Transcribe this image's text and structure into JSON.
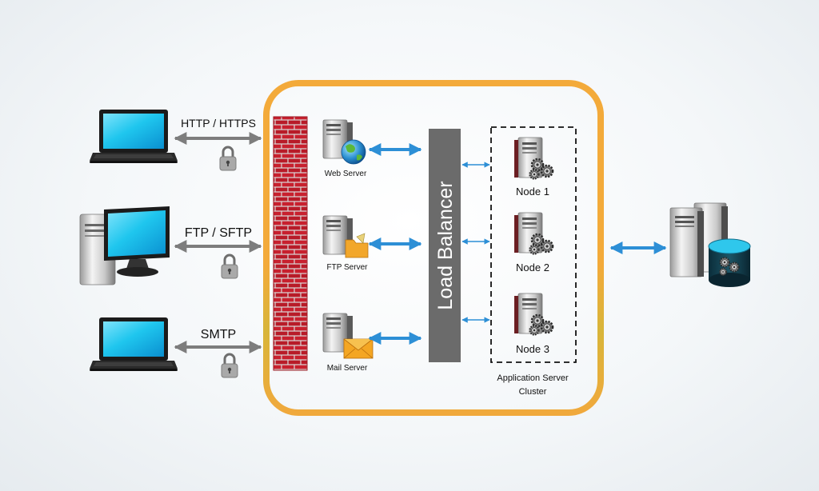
{
  "protocols": {
    "http": "HTTP / HTTPS",
    "ftp": "FTP / SFTP",
    "smtp": "SMTP"
  },
  "servers": {
    "web": "Web Server",
    "ftp": "FTP Server",
    "mail": "Mail Server"
  },
  "load_balancer": "Load Balancer",
  "nodes": [
    "Node 1",
    "Node 2",
    "Node 3"
  ],
  "cluster": {
    "line1": "Application Server",
    "line2": "Cluster"
  },
  "colors": {
    "frame_orange": "#f3aa3a",
    "frame_yellow": "#d8b53a",
    "firewall_red": "#c8202e",
    "arrow_blue": "#2d8fd6",
    "arrow_grey": "#7d7d7d",
    "balancer_grey": "#6b6b6b",
    "screen_cyan": "#1fc6ee"
  }
}
